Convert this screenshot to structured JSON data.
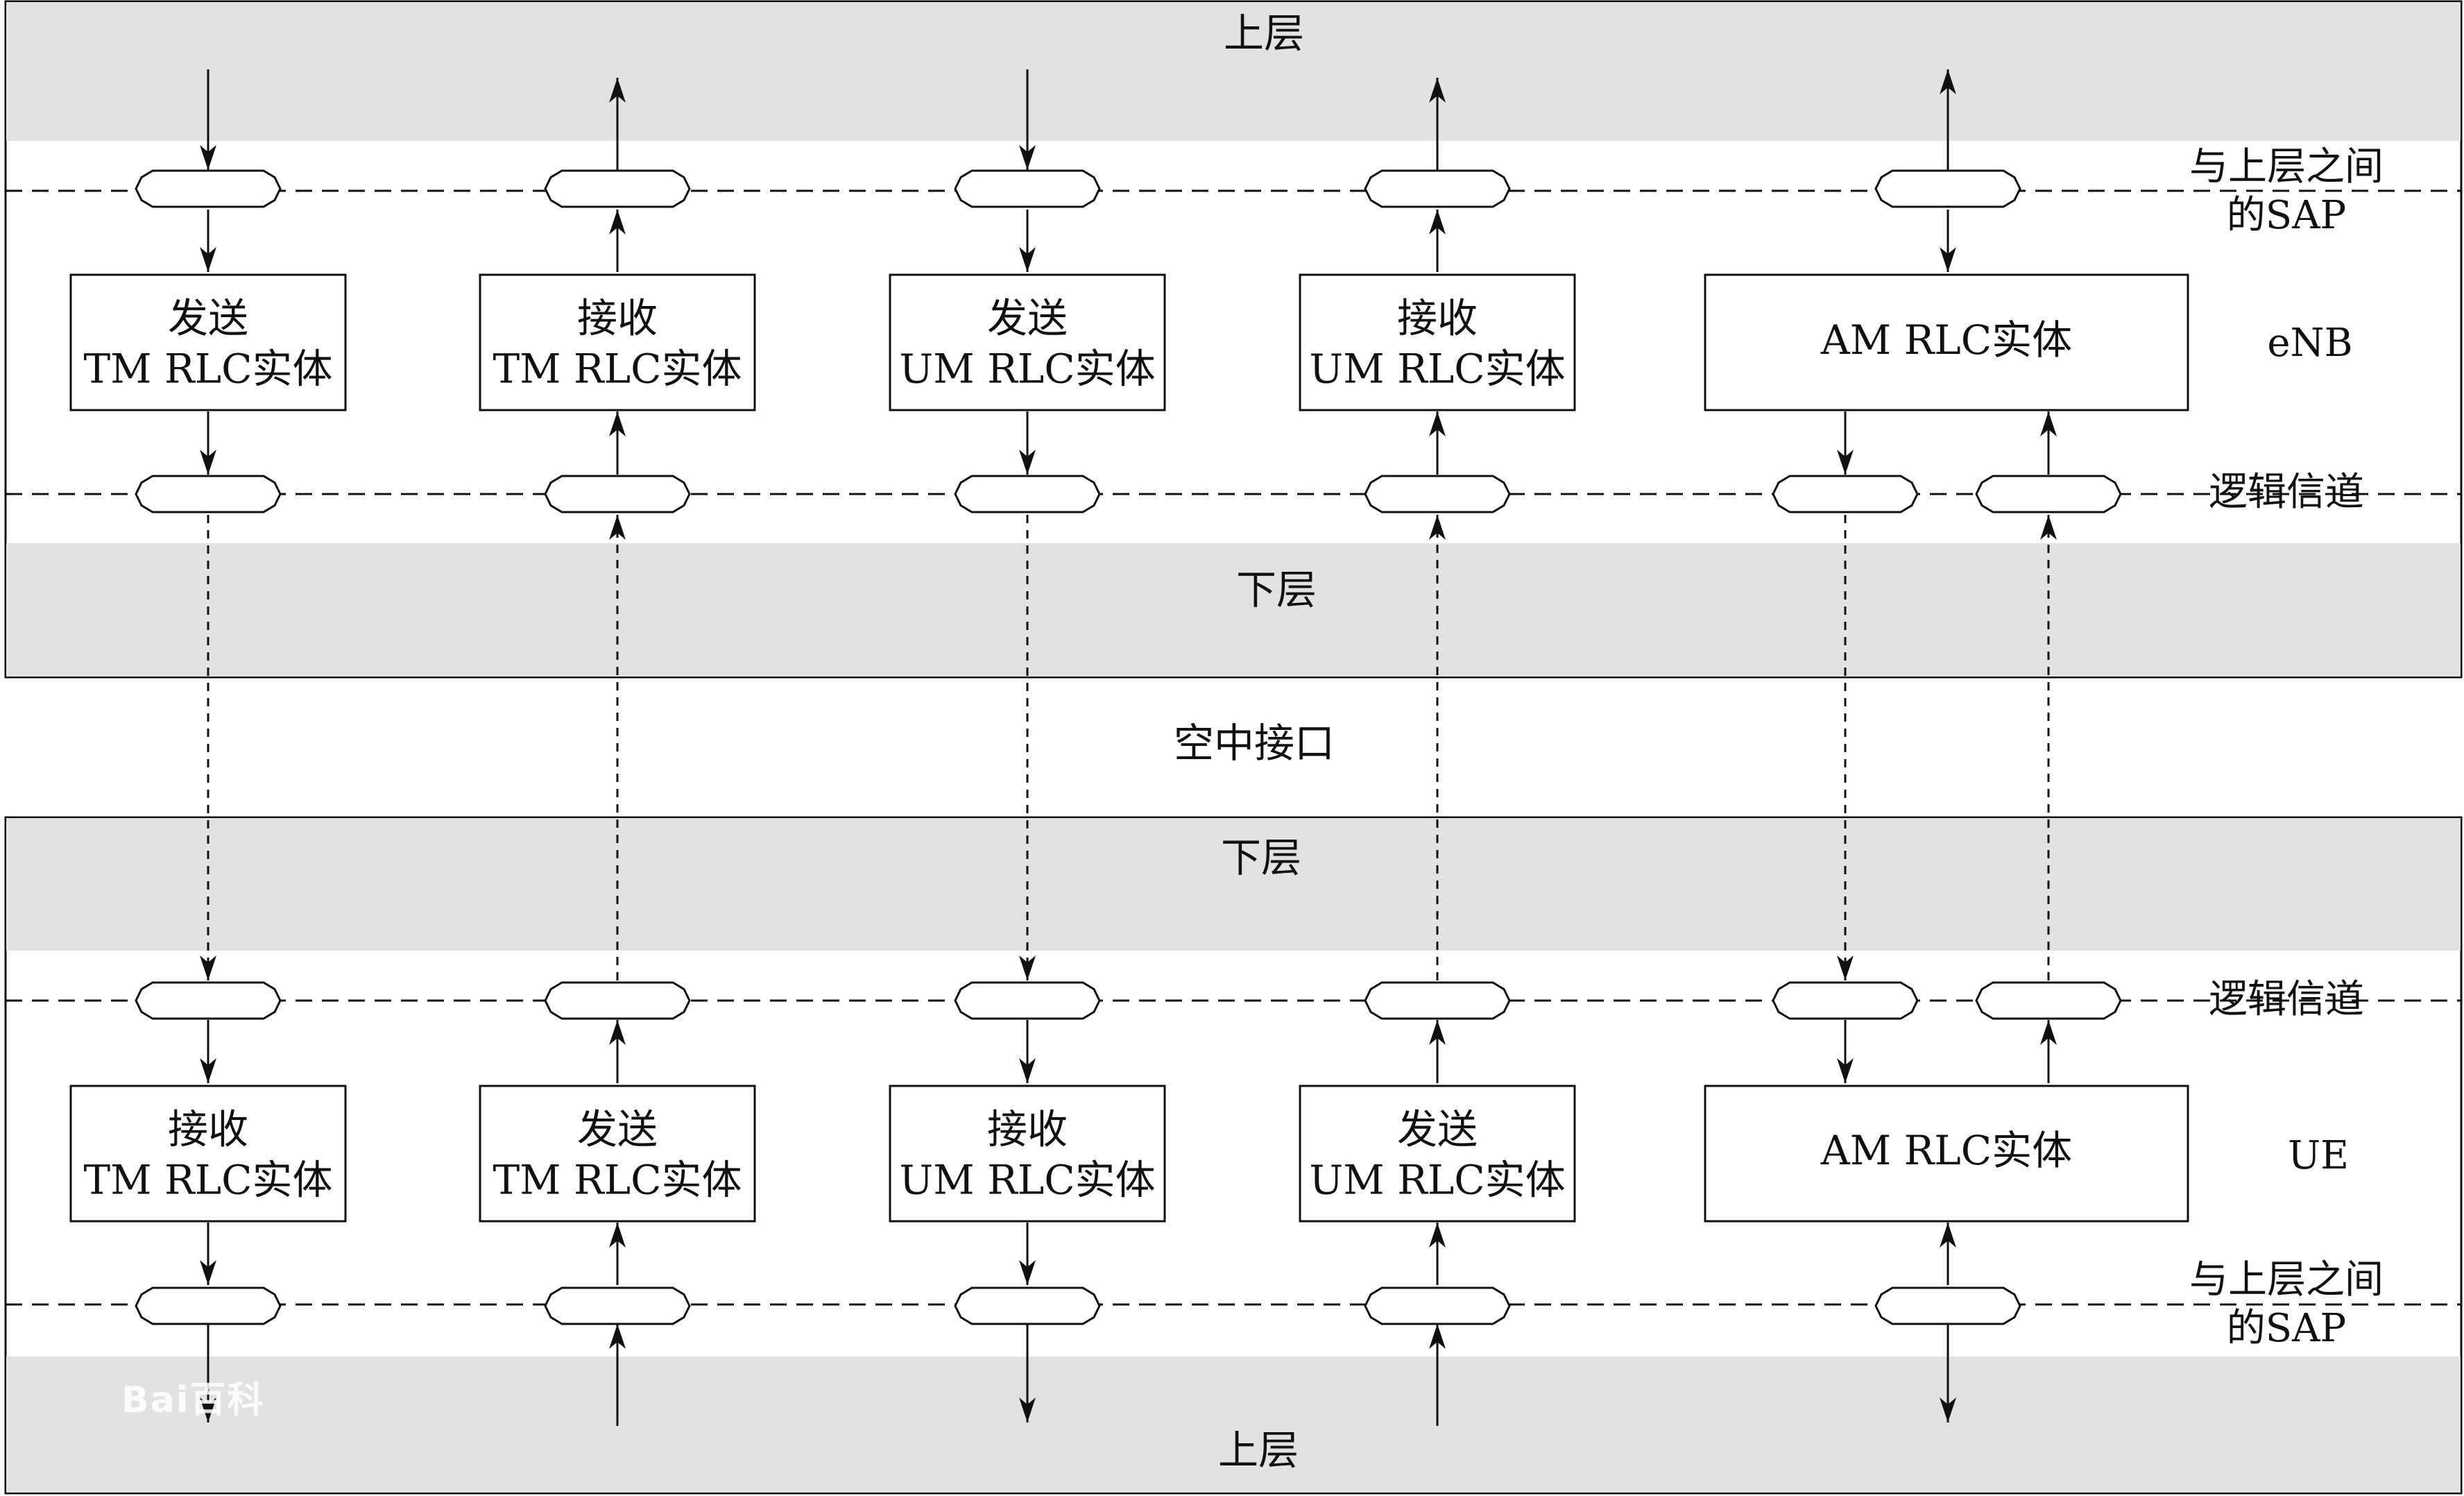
{
  "colors": {
    "band": "#e2e2e2",
    "line": "#111111",
    "bg": "#ffffff"
  },
  "enb": {
    "top_layer": "上层",
    "sap_label": "与上层之间\n的SAP",
    "node": "eNB",
    "logical_channel": "逻辑信道",
    "bottom_layer": "下层",
    "entities": [
      {
        "line1": "发送",
        "line2": "TM RLC实体"
      },
      {
        "line1": "接收",
        "line2": "TM RLC实体"
      },
      {
        "line1": "发送",
        "line2": "UM RLC实体"
      },
      {
        "line1": "接收",
        "line2": "UM RLC实体"
      },
      {
        "line1": "AM RLC实体"
      }
    ]
  },
  "air_interface": "空中接口",
  "ue": {
    "top_layer": "下层",
    "logical_channel": "逻辑信道",
    "node": "UE",
    "sap_label": "与上层之间\n的SAP",
    "bottom_layer": "上层",
    "entities": [
      {
        "line1": "接收",
        "line2": "TM RLC实体"
      },
      {
        "line1": "发送",
        "line2": "TM RLC实体"
      },
      {
        "line1": "接收",
        "line2": "UM RLC实体"
      },
      {
        "line1": "发送",
        "line2": "UM RLC实体"
      },
      {
        "line1": "AM RLC实体"
      }
    ]
  },
  "watermark": "Bai百科"
}
